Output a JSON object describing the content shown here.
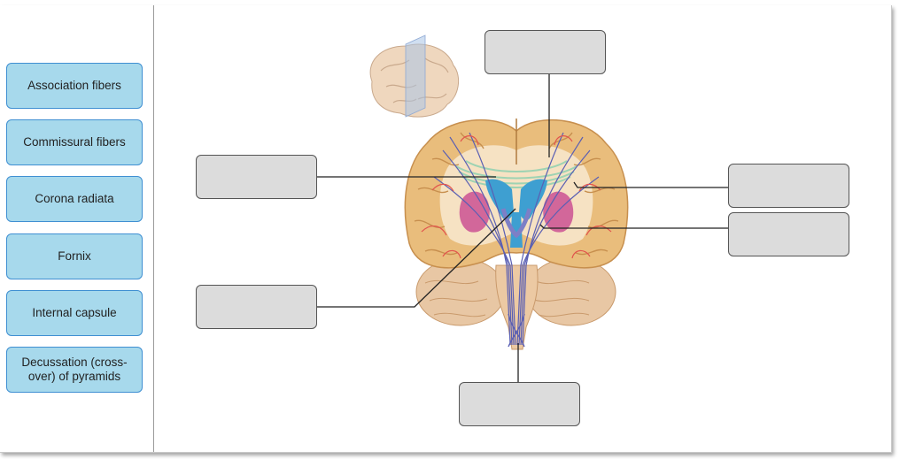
{
  "terms": [
    {
      "label": "Association fibers"
    },
    {
      "label": "Commissural fibers"
    },
    {
      "label": "Corona radiata"
    },
    {
      "label": "Fornix"
    },
    {
      "label": "Internal capsule"
    },
    {
      "label": "Decussation (cross-over) of pyramids"
    }
  ],
  "drop_targets": [
    "",
    "",
    "",
    "",
    "",
    ""
  ],
  "colors": {
    "term_fill": "#a7d9ec",
    "term_border": "#3f8fd2",
    "drop_fill": "#dcdcdc",
    "cortex": "#e9bd7c",
    "commissural": "#9ed3b3",
    "ventricle": "#3e9fd1",
    "basal_nuclei": "#d2679a",
    "projection_fibers": "#5a5fb3",
    "association_fibers": "#e2534d"
  }
}
